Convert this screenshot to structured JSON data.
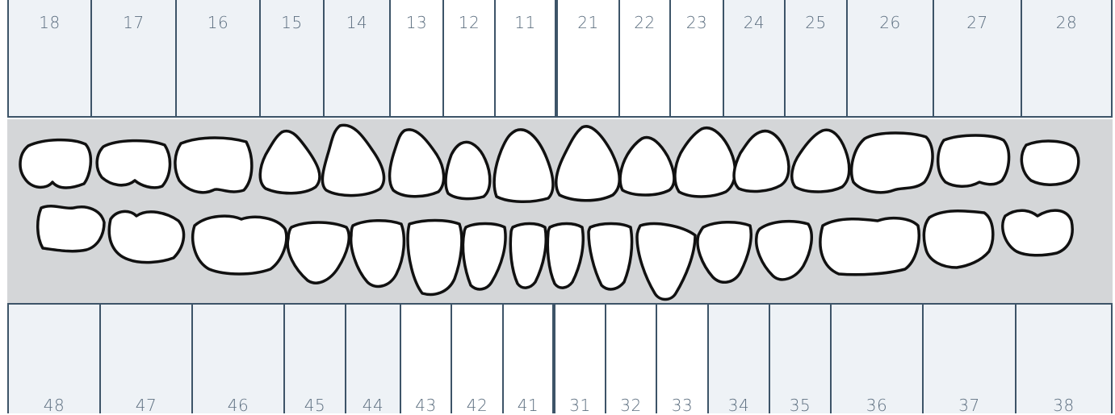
{
  "upper_numbers": [
    "18",
    "17",
    "16",
    "15",
    "14",
    "13",
    "12",
    "11",
    "21",
    "22",
    "23",
    "24",
    "25",
    "26",
    "27",
    "28"
  ],
  "lower_numbers": [
    "48",
    "47",
    "46",
    "45",
    "44",
    "43",
    "42",
    "41",
    "31",
    "32",
    "33",
    "34",
    "35",
    "36",
    "37",
    "38"
  ],
  "colors": {
    "grid_line": "#3d5468",
    "cell_shaded": "#eef2f6",
    "cell_plain": "#ffffff",
    "band": "#d4d6d8",
    "number_text": "#5d6f80"
  }
}
